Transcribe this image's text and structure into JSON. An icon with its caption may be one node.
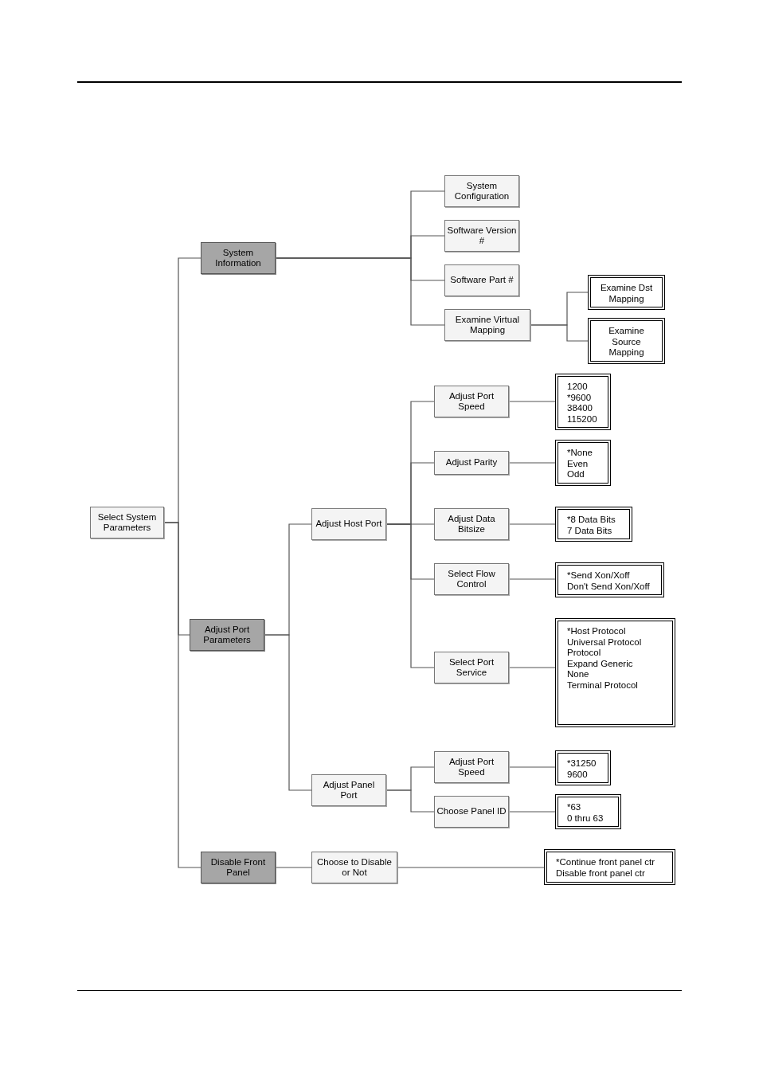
{
  "diagram": {
    "nodes": [
      {
        "text": [
          "Select System Parameters"
        ]
      },
      {
        "text": [
          "System Information"
        ]
      },
      {
        "text": [
          "Adjust Port Parameters"
        ]
      },
      {
        "text": [
          "Disable Front Panel"
        ]
      },
      {
        "text": [
          "System Configuration"
        ]
      },
      {
        "text": [
          "Software Version #"
        ]
      },
      {
        "text": [
          "Software Part #"
        ]
      },
      {
        "text": [
          "Examine Virtual Mapping"
        ]
      },
      {
        "text": [
          "Examine Dst Mapping"
        ]
      },
      {
        "text": [
          "Examine Source Mapping"
        ]
      },
      {
        "text": [
          "Adjust Host Port"
        ]
      },
      {
        "text": [
          "Adjust Panel Port"
        ]
      },
      {
        "text": [
          "Adjust Port Speed"
        ]
      },
      {
        "text": [
          "Adjust Parity"
        ]
      },
      {
        "text": [
          "Adjust Data Bitsize"
        ]
      },
      {
        "text": [
          "Select Flow Control"
        ]
      },
      {
        "text": [
          "Select Port Service"
        ]
      },
      {
        "text": [
          "1200",
          "*9600",
          "38400",
          "115200"
        ]
      },
      {
        "text": [
          "*None",
          "Even",
          "Odd"
        ]
      },
      {
        "text": [
          "*8 Data Bits",
          "7 Data Bits"
        ]
      },
      {
        "text": [
          "*Send Xon/Xoff",
          "Don't Send Xon/Xoff"
        ]
      },
      {
        "text": [
          "*Host Protocol",
          "Universal Protocol",
          "Protocol",
          "Expand Generic",
          "None",
          "Terminal Protocol"
        ]
      },
      {
        "text": [
          "Adjust Port Speed"
        ]
      },
      {
        "text": [
          "Choose Panel ID"
        ]
      },
      {
        "text": [
          "*31250",
          "9600"
        ]
      },
      {
        "text": [
          "*63",
          "0 thru 63"
        ]
      },
      {
        "text": [
          "Choose to Disable or Not"
        ]
      },
      {
        "text": [
          "*Continue front panel ctr",
          "Disable front panel ctr"
        ]
      }
    ],
    "edges": [
      {
        "from": 0,
        "to": 1,
        "arrow": "none"
      },
      {
        "from": 0,
        "to": 2,
        "arrow": "none"
      },
      {
        "from": 0,
        "to": 3,
        "arrow": "none"
      },
      {
        "from": 1,
        "to": 4,
        "arrow": "none"
      },
      {
        "from": 1,
        "to": 5,
        "arrow": "none"
      },
      {
        "from": 1,
        "to": 6,
        "arrow": "none"
      },
      {
        "from": 1,
        "to": 7,
        "arrow": "none"
      },
      {
        "from": 7,
        "to": 8,
        "arrow": "none"
      },
      {
        "from": 7,
        "to": 9,
        "arrow": "none"
      },
      {
        "from": 2,
        "to": 10,
        "arrow": "none"
      },
      {
        "from": 2,
        "to": 11,
        "arrow": "none"
      },
      {
        "from": 10,
        "to": 12,
        "arrow": "none"
      },
      {
        "from": 10,
        "to": 13,
        "arrow": "none"
      },
      {
        "from": 10,
        "to": 14,
        "arrow": "none"
      },
      {
        "from": 10,
        "to": 15,
        "arrow": "none"
      },
      {
        "from": 10,
        "to": 16,
        "arrow": "none"
      },
      {
        "from": 12,
        "to": 17,
        "arrow": "none"
      },
      {
        "from": 13,
        "to": 18,
        "arrow": "none"
      },
      {
        "from": 14,
        "to": 19,
        "arrow": "none"
      },
      {
        "from": 15,
        "to": 20,
        "arrow": "none"
      },
      {
        "from": 16,
        "to": 21,
        "arrow": "none"
      },
      {
        "from": 11,
        "to": 22,
        "arrow": "none"
      },
      {
        "from": 11,
        "to": 23,
        "arrow": "none"
      },
      {
        "from": 22,
        "to": 24,
        "arrow": "none"
      },
      {
        "from": 23,
        "to": 25,
        "arrow": "none"
      },
      {
        "from": 3,
        "to": 26,
        "arrow": "none"
      },
      {
        "from": 26,
        "to": 27,
        "arrow": "none"
      }
    ]
  }
}
